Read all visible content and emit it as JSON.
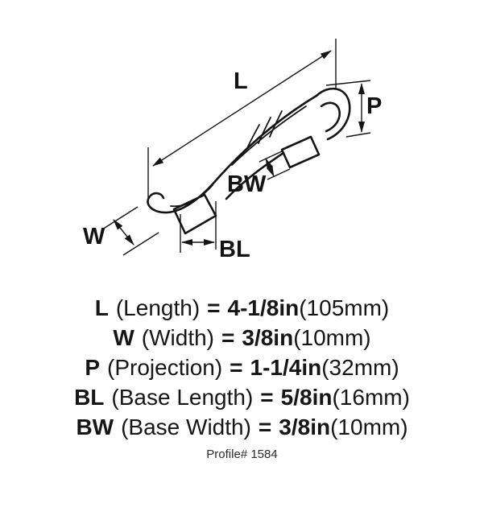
{
  "drawing": {
    "labels": {
      "L": "L",
      "P": "P",
      "W": "W",
      "BL": "BL",
      "BW": "BW"
    }
  },
  "specs": [
    {
      "code": "L",
      "desc": "(Length)",
      "eq": "=",
      "value": "4-1/8in",
      "metric": "(105mm)"
    },
    {
      "code": "W",
      "desc": "(Width)",
      "eq": "=",
      "value": "3/8in",
      "metric": "(10mm)"
    },
    {
      "code": "P",
      "desc": "(Projection)",
      "eq": "=",
      "value": "1-1/4in",
      "metric": "(32mm)"
    },
    {
      "code": "BL",
      "desc": "(Base Length)",
      "eq": "=",
      "value": "5/8in",
      "metric": "(16mm)"
    },
    {
      "code": "BW",
      "desc": "(Base Width)",
      "eq": "=",
      "value": "3/8in",
      "metric": "(10mm)"
    }
  ],
  "profile_label": "Profile# 1584"
}
